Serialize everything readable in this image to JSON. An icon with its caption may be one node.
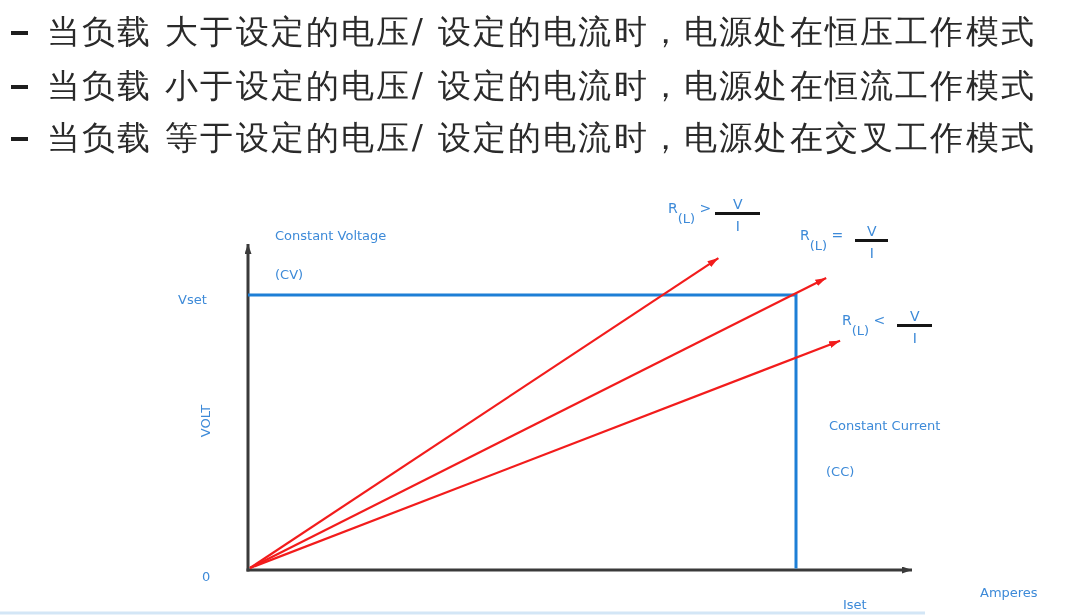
{
  "diagram": {
    "nodes": [
      {
        "text": [
          "R$_{(L)}$ >",
          "V",
          "I"
        ]
      },
      {
        "text": [
          "R$_{(L)}$ =",
          "V",
          "I"
        ]
      },
      {
        "text": [
          "R$_{(L)}$ <",
          "V",
          "I"
        ]
      }
    ],
    "edges": [
      {
        "from": null,
        "to": 0,
        "arrow": "to"
      },
      {
        "from": null,
        "to": 1,
        "arrow": "to"
      },
      {
        "from": null,
        "to": 2,
        "arrow": "to"
      }
    ],
    "labels": [
      "当负载 大于设定的电压/ 设定的电流时，电源处在恒压工作模式",
      "当负载 小于设定的电压/ 设定的电流时，电源处在恒流工作模式",
      "当负载 等于设定的电压/ 设定的电流时，电源处在交叉工作模式",
      "Constant Voltage",
      "(CV)",
      "Vset",
      "VOLT",
      "Constant Current",
      "(CC)",
      "0",
      "Amperes",
      "Iset"
    ]
  }
}
